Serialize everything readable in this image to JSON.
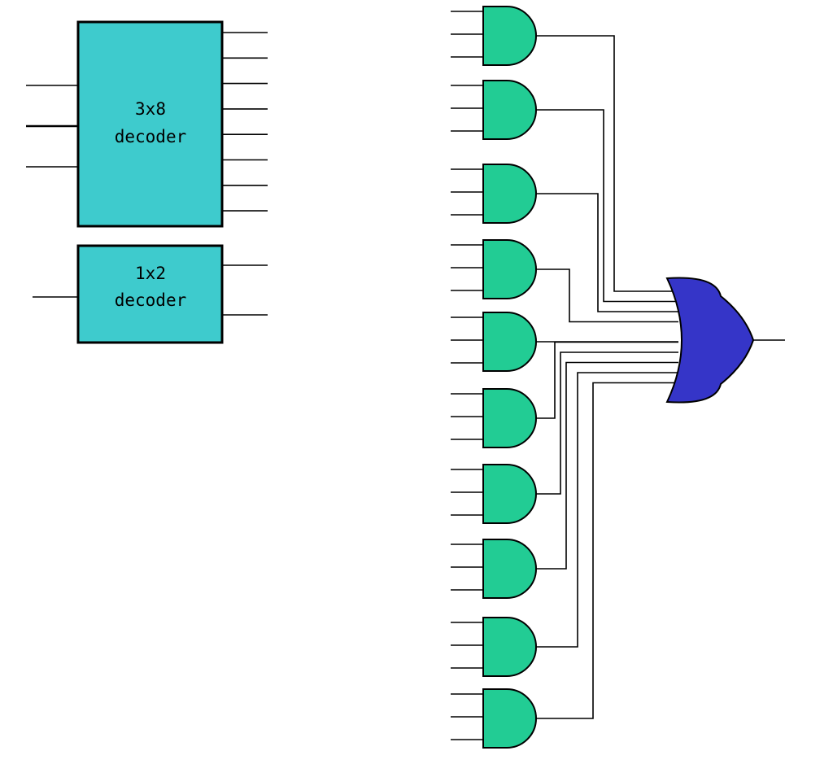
{
  "colors": {
    "decoder_fill": "#3ecbcd",
    "and_gate_fill": "#22cc94",
    "or_gate_fill": "#3535c8",
    "wire": "#000000"
  },
  "decoder_3x8": {
    "line1": "3x8",
    "line2": "decoder",
    "inputs": 3,
    "outputs": 8
  },
  "decoder_1x2": {
    "line1": "1x2",
    "line2": "decoder",
    "inputs": 1,
    "outputs": 2
  },
  "and_gates": {
    "count": 10,
    "inputs_each": 3,
    "icon": "and-gate-icon"
  },
  "or_gate": {
    "inputs": 10,
    "icon": "or-gate-icon"
  }
}
